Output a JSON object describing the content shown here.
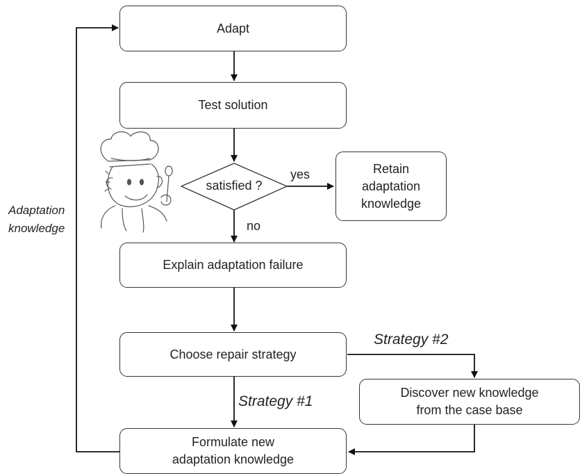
{
  "nodes": {
    "adapt": "Adapt",
    "test": "Test solution",
    "decision": "satisfied ?",
    "retain": "Retain\nadaptation\nknowledge",
    "explain": "Explain adaptation failure",
    "choose": "Choose repair strategy",
    "discover": "Discover new knowledge\nfrom the case base",
    "formulate": "Formulate new\nadaptation knowledge"
  },
  "edges": {
    "yes": "yes",
    "no": "no",
    "strategy1": "Strategy #1",
    "strategy2": "Strategy #2",
    "loop": "Adaptation\nknowledge"
  },
  "icons": {
    "chef": "chef-icon"
  }
}
